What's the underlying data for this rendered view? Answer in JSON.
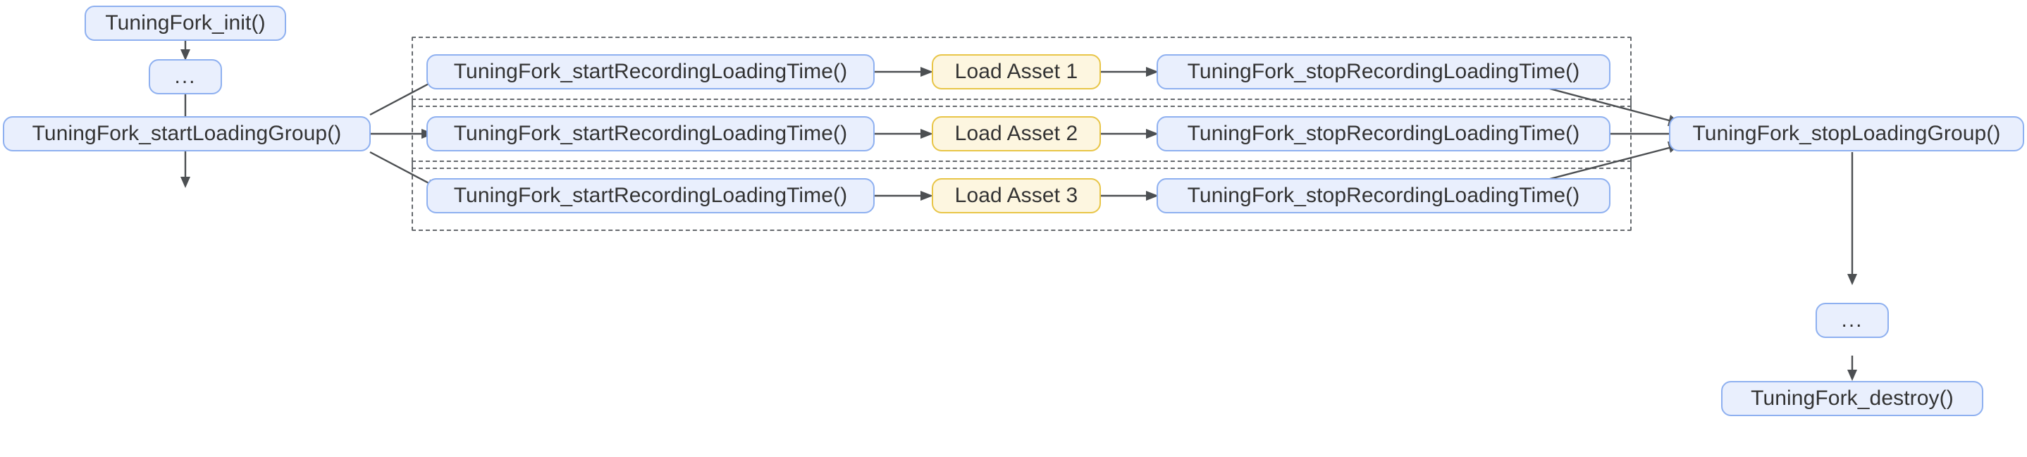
{
  "diagram": {
    "type": "flowchart",
    "title": "",
    "colors": {
      "node_fill_blue": "#e9effd",
      "node_stroke_blue": "#8eb0f0",
      "node_fill_yellow": "#fdf6e0",
      "node_stroke_yellow": "#e8c547",
      "edge_stroke": "#4c4f52",
      "group_stroke": "#666a6e",
      "text": "#333333",
      "background": "#ffffff"
    },
    "nodes": {
      "init": "TuningFork_init()",
      "ellipsis_top": "...",
      "start_loading_group": "TuningFork_startLoadingGroup()",
      "stop_loading_group": "TuningFork_stopLoadingGroup()",
      "ellipsis_bottom": "...",
      "destroy": "TuningFork_destroy()"
    },
    "rows": [
      {
        "start_recording": "TuningFork_startRecordingLoadingTime()",
        "load_asset": "Load Asset 1",
        "stop_recording": "TuningFork_stopRecordingLoadingTime()"
      },
      {
        "start_recording": "TuningFork_startRecordingLoadingTime()",
        "load_asset": "Load Asset 2",
        "stop_recording": "TuningFork_stopRecordingLoadingTime()"
      },
      {
        "start_recording": "TuningFork_startRecordingLoadingTime()",
        "load_asset": "Load Asset 3",
        "stop_recording": "TuningFork_stopRecordingLoadingTime()"
      }
    ],
    "groups": [
      {
        "label": ""
      },
      {
        "label": ""
      },
      {
        "label": ""
      }
    ],
    "edges": [
      {
        "from": "TuningFork_init()",
        "to": "..."
      },
      {
        "from": "...",
        "to": "TuningFork_startLoadingGroup()"
      },
      {
        "from": "TuningFork_startLoadingGroup()",
        "to": "TuningFork_startRecordingLoadingTime() (row 1)"
      },
      {
        "from": "TuningFork_startLoadingGroup()",
        "to": "TuningFork_startRecordingLoadingTime() (row 2)"
      },
      {
        "from": "TuningFork_startLoadingGroup()",
        "to": "TuningFork_startRecordingLoadingTime() (row 3)"
      },
      {
        "from": "TuningFork_startRecordingLoadingTime() (row 1)",
        "to": "Load Asset 1"
      },
      {
        "from": "Load Asset 1",
        "to": "TuningFork_stopRecordingLoadingTime() (row 1)"
      },
      {
        "from": "TuningFork_startRecordingLoadingTime() (row 2)",
        "to": "Load Asset 2"
      },
      {
        "from": "Load Asset 2",
        "to": "TuningFork_stopRecordingLoadingTime() (row 2)"
      },
      {
        "from": "TuningFork_startRecordingLoadingTime() (row 3)",
        "to": "Load Asset 3"
      },
      {
        "from": "Load Asset 3",
        "to": "TuningFork_stopRecordingLoadingTime() (row 3)"
      },
      {
        "from": "TuningFork_stopRecordingLoadingTime() (row 1)",
        "to": "TuningFork_stopLoadingGroup()"
      },
      {
        "from": "TuningFork_stopRecordingLoadingTime() (row 2)",
        "to": "TuningFork_stopLoadingGroup()"
      },
      {
        "from": "TuningFork_stopRecordingLoadingTime() (row 3)",
        "to": "TuningFork_stopLoadingGroup()"
      },
      {
        "from": "TuningFork_stopLoadingGroup()",
        "to": "..."
      },
      {
        "from": "...",
        "to": "TuningFork_destroy()"
      }
    ]
  }
}
